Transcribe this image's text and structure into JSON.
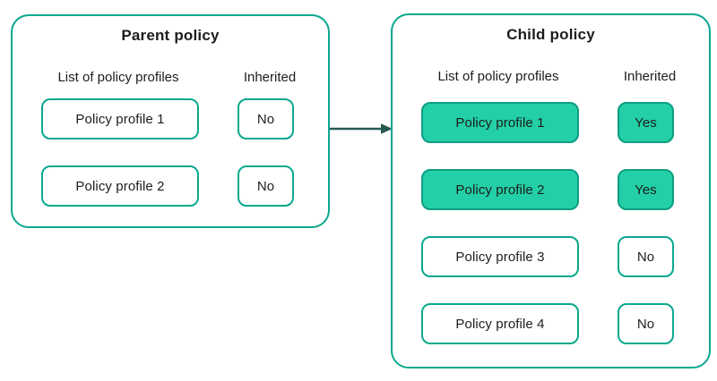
{
  "colors": {
    "outline": "#0aa88e",
    "highlight_fill": "#23cfa6",
    "highlight_border": "#0c9e82",
    "arrow": "#265952",
    "text": "#1d1d1b",
    "background": "#ffffff"
  },
  "icons": {
    "inheritance_arrow": "right-arrow"
  },
  "parent_panel": {
    "title": "Parent policy",
    "col1_header": "List of policy profiles",
    "col2_header": "Inherited",
    "rows": [
      {
        "label": "Policy profile 1",
        "inherited": "No",
        "highlighted": false
      },
      {
        "label": "Policy profile 2",
        "inherited": "No",
        "highlighted": false
      }
    ]
  },
  "child_panel": {
    "title": "Child policy",
    "col1_header": "List of policy profiles",
    "col2_header": "Inherited",
    "rows": [
      {
        "label": "Policy profile 1",
        "inherited": "Yes",
        "highlighted": true
      },
      {
        "label": "Policy profile 2",
        "inherited": "Yes",
        "highlighted": true
      },
      {
        "label": "Policy profile 3",
        "inherited": "No",
        "highlighted": false
      },
      {
        "label": "Policy profile 4",
        "inherited": "No",
        "highlighted": false
      }
    ]
  }
}
